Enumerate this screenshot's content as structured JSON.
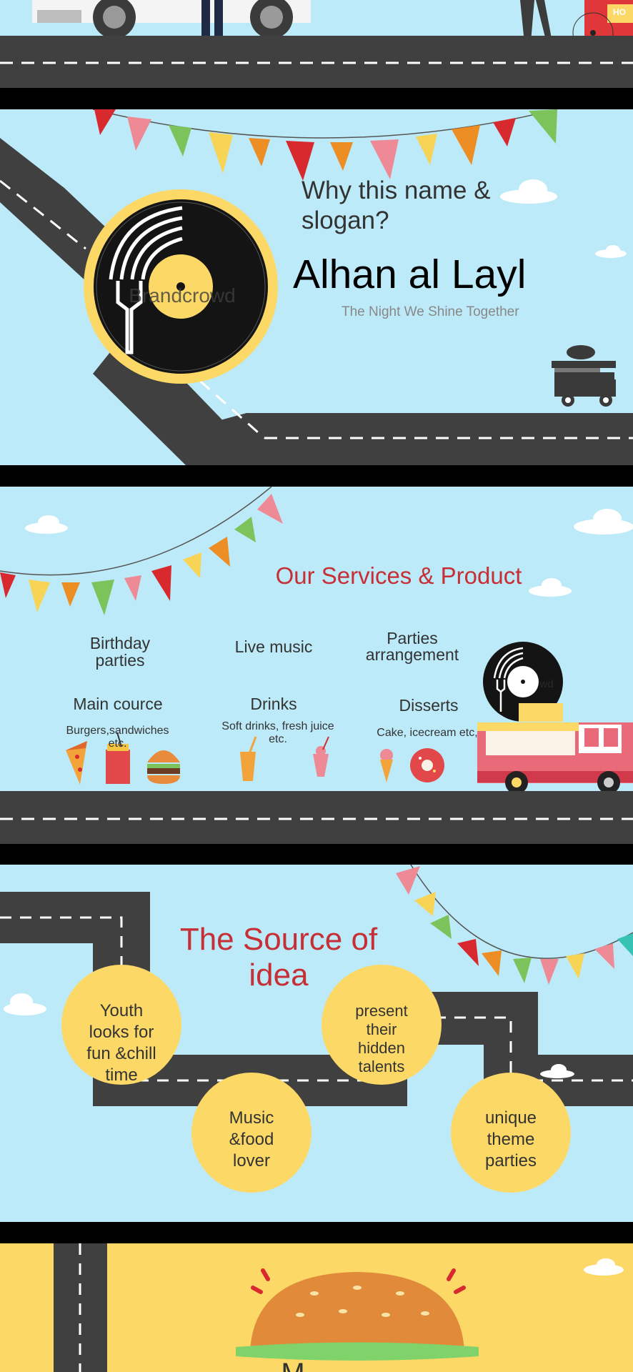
{
  "colors": {
    "sky": "#bdeaf8",
    "road": "#404040",
    "yellow": "#fcd967",
    "red_title": "#c62f35",
    "dark_text": "#333333"
  },
  "slide1": {
    "truck_sign": "HO"
  },
  "slide2": {
    "question": "Why this name & slogan?",
    "title": "Alhan al Layl",
    "slogan": "The Night We Shine Together",
    "watermark": "Brandcrowd"
  },
  "slide3": {
    "title": "Our Services & Product",
    "services": [
      "Birthday parties",
      "Live music",
      "Parties arrangement"
    ],
    "categories": [
      {
        "name": "Main cource",
        "desc": "Burgers,sandwiches etc."
      },
      {
        "name": "Drinks",
        "desc": "Soft drinks, fresh juice etc."
      },
      {
        "name": "Disserts",
        "desc": "Cake, icecream etc,"
      }
    ],
    "icons": [
      "pizza-icon",
      "fries-icon",
      "burger-icon",
      "juice-icon",
      "milkshake-icon",
      "icecream-icon",
      "donut-icon"
    ],
    "watermark": "wd"
  },
  "slide4": {
    "title_line1": "The Source of",
    "title_line2": "idea",
    "circles": [
      "Youth looks for fun &chill time",
      "Music &food lover",
      "present their hidden talents",
      "unique theme parties"
    ]
  },
  "slide5": {
    "partial_text": "M"
  }
}
